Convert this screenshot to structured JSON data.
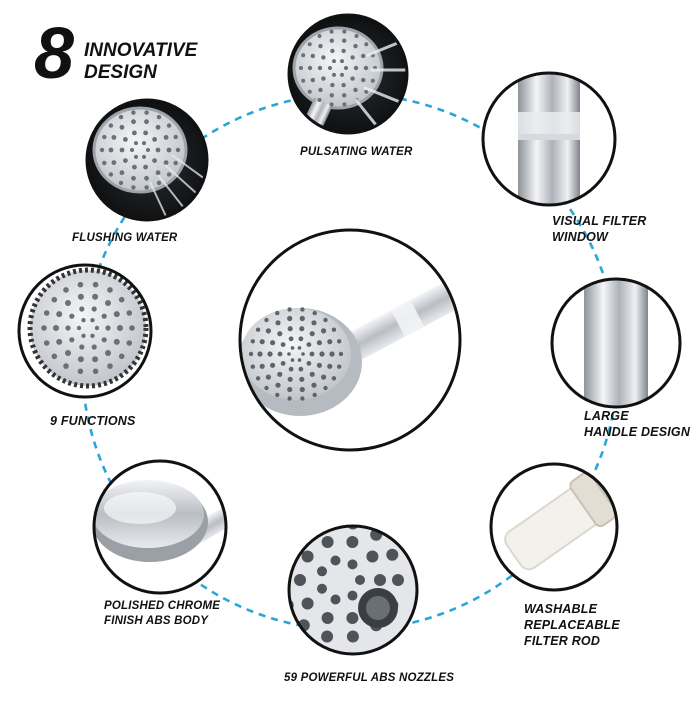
{
  "headline": {
    "number": "8",
    "line1": "INNOVATIVE",
    "line2": "DESIGN"
  },
  "features": {
    "pulsating": "PULSATING WATER",
    "flushing": "FLUSHING WATER",
    "visual_filter_1": "VISUAL FILTER",
    "visual_filter_2": "WINDOW",
    "functions": "9 FUNCTIONS",
    "large_handle_1": "LARGE",
    "large_handle_2": "HANDLE DESIGN",
    "chrome_1": "POLISHED CHROME",
    "chrome_2": "FINISH ABS BODY",
    "filter_rod_1": "WASHABLE",
    "filter_rod_2": "REPLACEABLE",
    "filter_rod_3": "FILTER ROD",
    "nozzles": "59 POWERFUL ABS NOZZLES"
  },
  "colors": {
    "dash": "#2aa6d6",
    "ring": "#111111",
    "chrome": "#c9ccd1",
    "nozzle": "#555a60"
  }
}
